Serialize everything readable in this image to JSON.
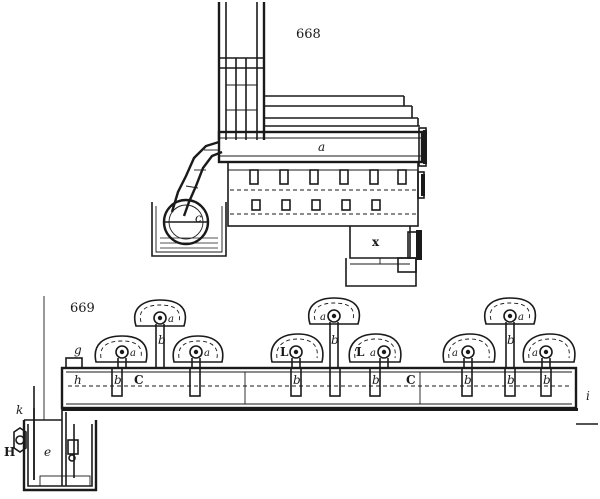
{
  "figures": [
    {
      "number": "668",
      "labels": {
        "a": "a",
        "c": "c",
        "x": "x"
      }
    },
    {
      "number": "669",
      "labels": {
        "a": "a",
        "b": "b",
        "C": "C",
        "L": "L",
        "g": "g",
        "h": "h",
        "i": "i",
        "k": "k",
        "H": "H",
        "e": "e"
      }
    }
  ]
}
